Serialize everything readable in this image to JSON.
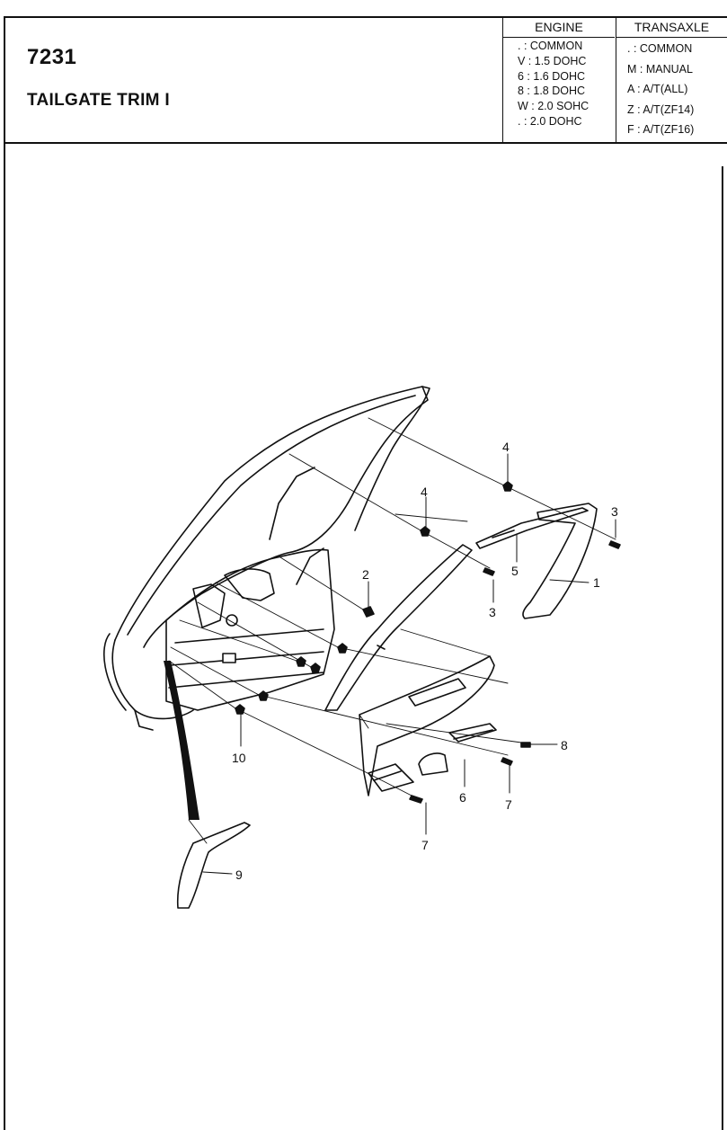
{
  "header": {
    "code": "7231",
    "title": "TAILGATE TRIM I"
  },
  "engine_table": {
    "heading": "ENGINE",
    "rows": [
      ". : COMMON",
      "V : 1.5 DOHC",
      "6 : 1.6 DOHC",
      "8 : 1.8 DOHC",
      "W : 2.0 SOHC",
      ". : 2.0 DOHC"
    ]
  },
  "transaxle_table": {
    "heading": "TRANSAXLE",
    "rows": [
      ". : COMMON",
      "M : MANUAL",
      "A : A/T(ALL)",
      "Z : A/T(ZF14)",
      "F : A/T(ZF16)"
    ]
  },
  "callouts": [
    "1",
    "2",
    "3",
    "3",
    "4",
    "4",
    "5",
    "6",
    "7",
    "7",
    "8",
    "9",
    "10"
  ]
}
